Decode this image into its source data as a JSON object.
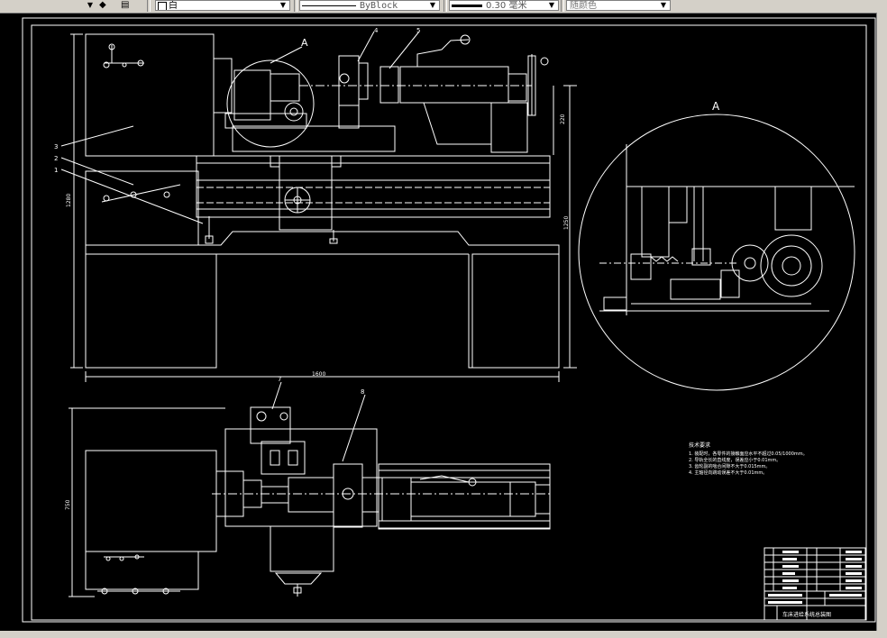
{
  "toolbar": {
    "layer_value": "白",
    "linetype_value": "ByBlock",
    "lineweight_value": "0.30 毫米",
    "color_value": "随颜色"
  },
  "drawing": {
    "detail_label": "A",
    "detail_label_circle": "A",
    "part_labels": [
      "1",
      "2",
      "3",
      "4",
      "5",
      "7",
      "8"
    ],
    "dimensions": {
      "width": "1600",
      "height_left": "1280",
      "height_right": "1250",
      "height_upper": "220",
      "plan_height": "750"
    },
    "notes_title": "技术要求",
    "notes": [
      "1. 装配时，各零件的接触面应水平不超过0.05/1000mm。",
      "2. 导轨全长的直线度，误差应小于0.01mm。",
      "3. 齿轮副的啮合间隙不大于0.015mm。",
      "4. 主轴径向跳动误差不大于0.01mm。"
    ],
    "title_block_name": "车床进给系统总装图"
  }
}
